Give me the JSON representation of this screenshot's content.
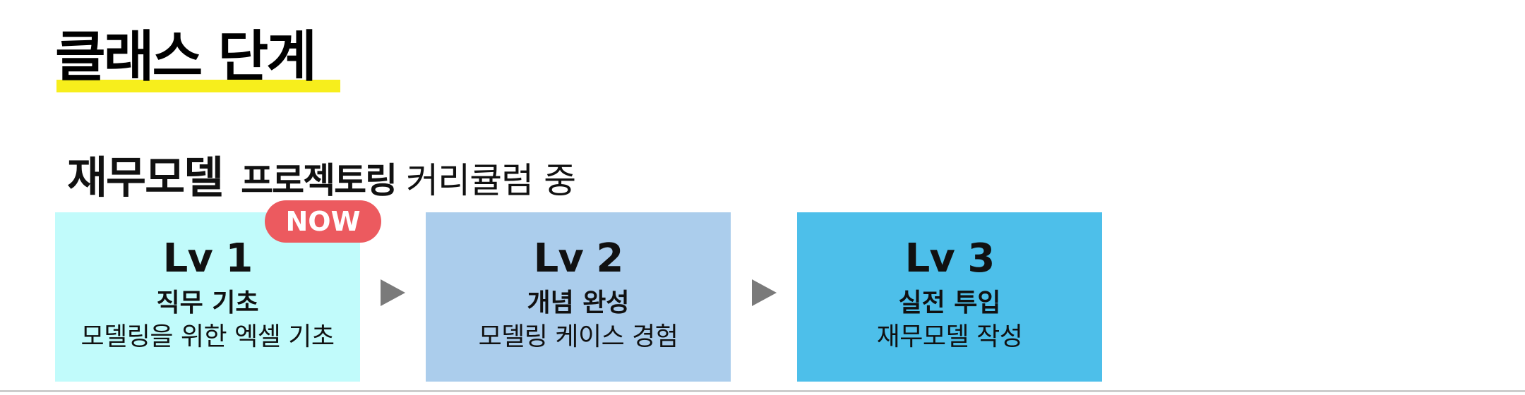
{
  "title": "클래스 단계",
  "subtitle": {
    "main": "재무모델",
    "bold": "프로젝토링",
    "light": "커리큘럼 중"
  },
  "badge": {
    "label": "NOW",
    "color": "#ec5a5f"
  },
  "levels": [
    {
      "title": "Lv 1",
      "line1": "직무 기초",
      "line2": "모델링을 위한 엑셀 기초",
      "color": "#c1fbfb",
      "current": true
    },
    {
      "title": "Lv 2",
      "line1": "개념 완성",
      "line2": "모델링 케이스 경험",
      "color": "#abcdec",
      "current": false
    },
    {
      "title": "Lv 3",
      "line1": "실전 투입",
      "line2": "재무모델 작성",
      "color": "#4dbfea",
      "current": false
    }
  ],
  "arrow_icon": "play-triangle-icon",
  "highlight_color": "#f7ee1c"
}
